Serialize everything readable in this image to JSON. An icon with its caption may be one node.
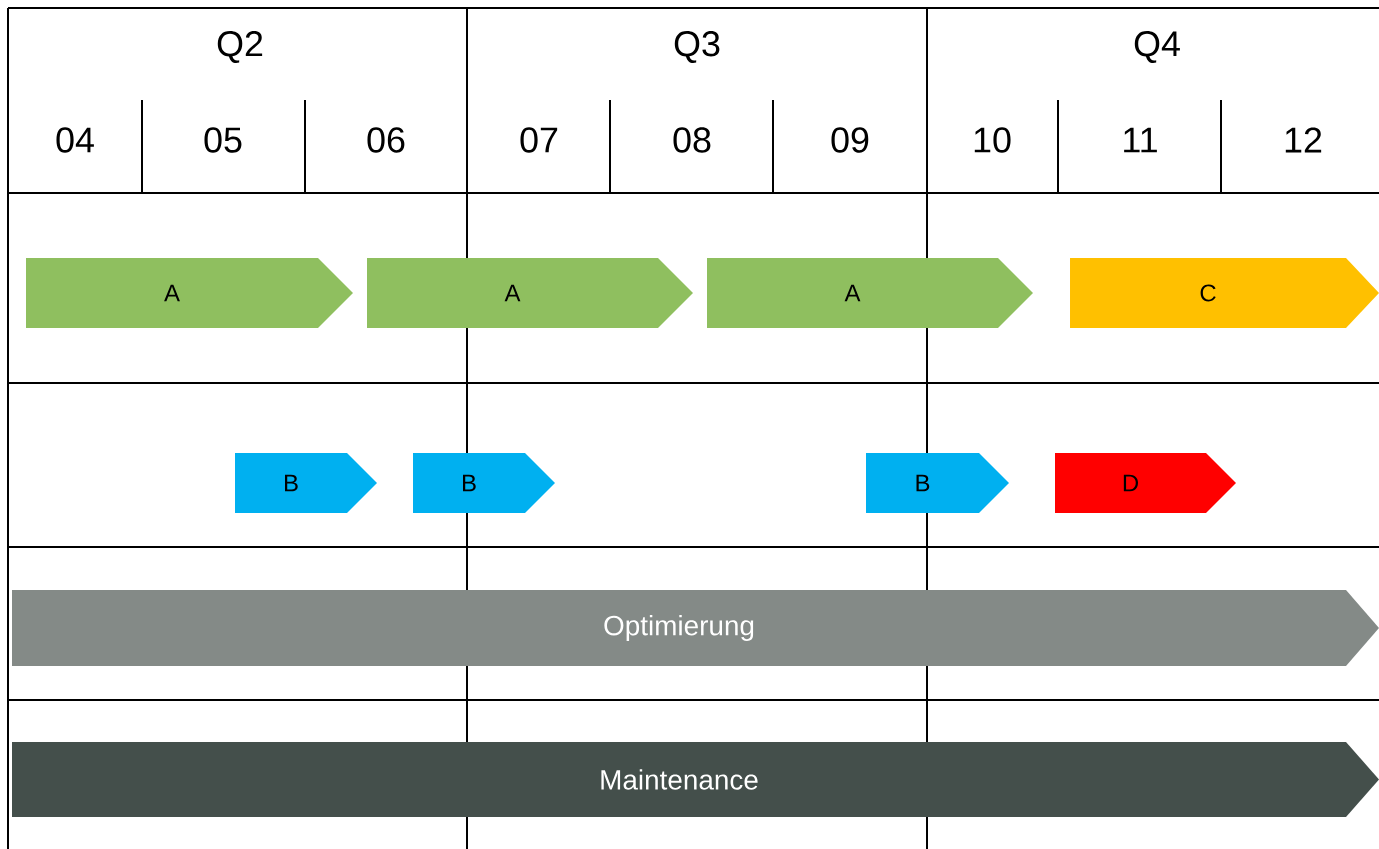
{
  "diagram": {
    "nodes": [
      {
        "text": [
          "A"
        ]
      },
      {
        "text": [
          "A"
        ]
      },
      {
        "text": [
          "A"
        ]
      },
      {
        "text": [
          "C"
        ]
      },
      {
        "text": [
          "B"
        ]
      },
      {
        "text": [
          "B"
        ]
      },
      {
        "text": [
          "B"
        ]
      },
      {
        "text": [
          "D"
        ]
      },
      {
        "text": [
          "Optimierung"
        ]
      },
      {
        "text": [
          "Maintenance"
        ]
      }
    ],
    "labels": [
      "Q2",
      "Q3",
      "Q4",
      "04",
      "05",
      "06",
      "07",
      "08",
      "09",
      "10",
      "11",
      "12"
    ]
  }
}
